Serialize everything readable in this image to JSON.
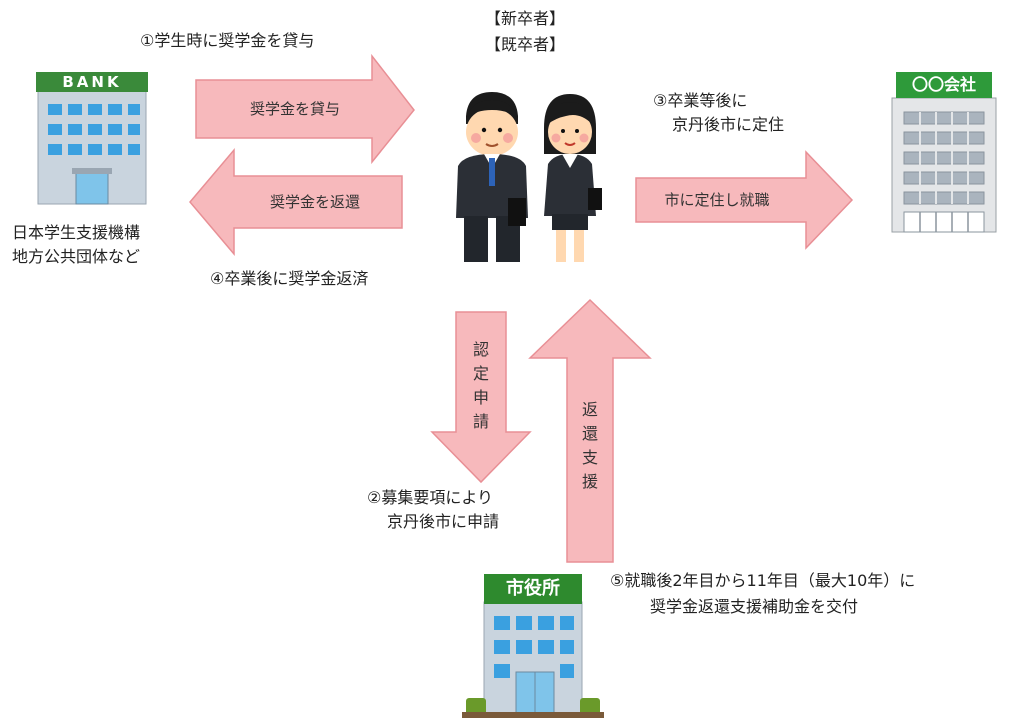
{
  "graduates": {
    "line1": "【新卒者】",
    "line2": "【既卒者】"
  },
  "bank": {
    "sign": "BANK",
    "caption_line1": "日本学生支援機構",
    "caption_line2": "地方公共団体など"
  },
  "company": {
    "sign": "〇〇会社"
  },
  "city_hall": {
    "sign": "市役所"
  },
  "steps": {
    "step1": "①学生時に奨学金を貸与",
    "step2_line1": "②募集要項により",
    "step2_line2": "京丹後市に申請",
    "step3_line1": "③卒業等後に",
    "step3_line2": "京丹後市に定住",
    "step4": "④卒業後に奨学金返済",
    "step5_line1": "⑤就職後2年目から11年目（最大10年）に",
    "step5_line2": "奨学金返還支援補助金を交付"
  },
  "arrows": {
    "lend": "奨学金を貸与",
    "repay": "奨学金を返還",
    "settle": "市に定住し就職",
    "apply": [
      "認",
      "定",
      "申",
      "請"
    ],
    "support": [
      "返",
      "還",
      "支",
      "援"
    ]
  },
  "colors": {
    "arrow_fill": "#f7b9bc",
    "arrow_stroke": "#e88f95",
    "bank_header": "#3a8a3a",
    "company_header": "#2e9a3a",
    "cityhall_header": "#2e8a2e"
  }
}
